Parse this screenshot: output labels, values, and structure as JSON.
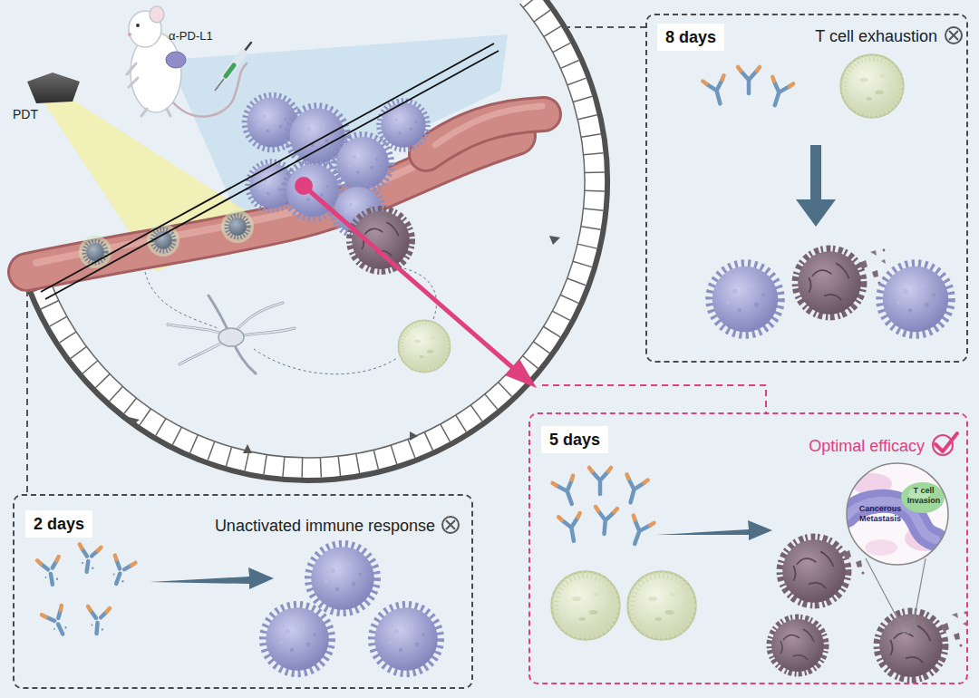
{
  "diagram": {
    "nodes": [
      {
        "text": [
          "8 days",
          "T cell exhaustion"
        ]
      },
      {
        "text": [
          "5 days",
          "Optimal efficacy"
        ]
      },
      {
        "text": [
          "Cancerous Metastasis",
          "T cell Invasion"
        ],
        "in": 1
      },
      {
        "text": [
          "2 days",
          "Unactivated immune response"
        ]
      }
    ],
    "labels": [
      "α-PD-L1",
      "PDT"
    ]
  }
}
